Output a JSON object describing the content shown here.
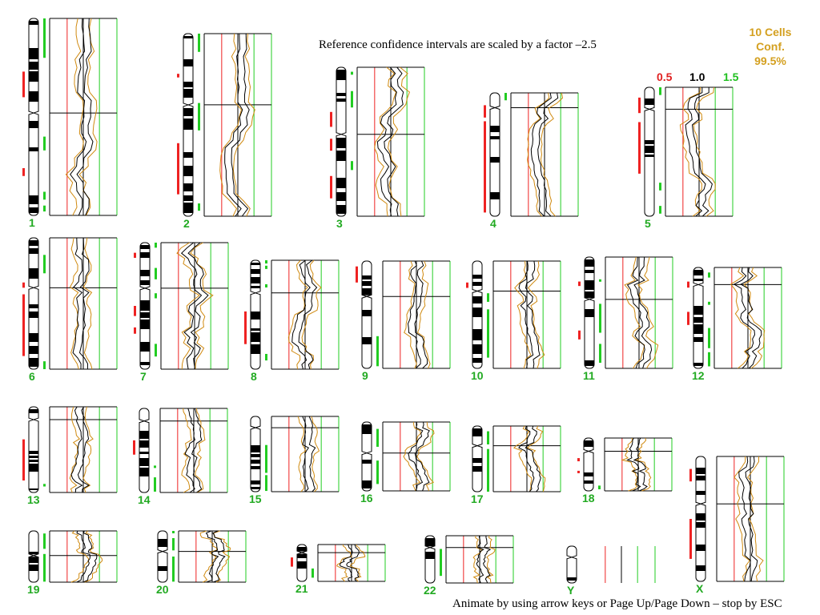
{
  "header": {
    "caption": "Reference confidence intervals are scaled by a factor –2.5"
  },
  "legend": {
    "line1": "10 Cells",
    "line2": "Conf.",
    "line3": "99.5%",
    "title_color": "#d4a020"
  },
  "scale": {
    "low": {
      "label": "0.5",
      "color": "#e02020"
    },
    "mid": {
      "label": "1.0",
      "color": "#000000"
    },
    "high": {
      "label": "1.5",
      "color": "#20c020"
    }
  },
  "footer": {
    "instruction": "Animate by using arrow keys or Page Up/Page Down – stop by ESC"
  },
  "colors": {
    "gain": "#22cc22",
    "loss": "#ee2222",
    "profile": "#000000",
    "confidence": "#d08a10",
    "label": "#22aa22"
  },
  "chromosomes": [
    {
      "name": "1",
      "centromere": 0.48,
      "gains": [
        [
          0.0,
          0.2
        ],
        [
          0.6,
          0.67
        ],
        [
          0.88,
          0.92
        ],
        [
          0.95,
          0.98
        ]
      ],
      "losses": [
        [
          0.27,
          0.4
        ],
        [
          0.76,
          0.8
        ]
      ]
    },
    {
      "name": "2",
      "centromere": 0.39,
      "gains": [
        [
          0.0,
          0.1
        ],
        [
          0.38,
          0.53
        ],
        [
          0.93,
          0.97
        ]
      ],
      "losses": [
        [
          0.22,
          0.24
        ],
        [
          0.6,
          0.88
        ]
      ]
    },
    {
      "name": "3",
      "centromere": 0.45,
      "gains": [
        [
          0.03,
          0.05
        ],
        [
          0.16,
          0.27
        ],
        [
          0.63,
          0.69
        ]
      ],
      "losses": [
        [
          0.3,
          0.4
        ],
        [
          0.48,
          0.56
        ],
        [
          0.73,
          0.88
        ]
      ]
    },
    {
      "name": "4",
      "centromere": 0.12,
      "gains": [
        [
          0.0,
          0.06
        ]
      ],
      "losses": [
        [
          0.1,
          0.2
        ],
        [
          0.23,
          0.97
        ]
      ]
    },
    {
      "name": "5",
      "centromere": 0.17,
      "gains": [
        [
          0.0,
          0.06
        ],
        [
          0.74,
          0.8
        ],
        [
          0.92,
          0.98
        ]
      ],
      "losses": [
        [
          0.08,
          0.2
        ],
        [
          0.27,
          0.67
        ]
      ]
    },
    {
      "name": "6",
      "centromere": 0.38,
      "gains": [
        [
          0.13,
          0.27
        ],
        [
          0.94,
          1.0
        ]
      ],
      "losses": [
        [
          0.34,
          0.38
        ],
        [
          0.43,
          0.9
        ]
      ]
    },
    {
      "name": "7",
      "centromere": 0.36,
      "gains": [
        [
          0.0,
          0.04
        ],
        [
          0.2,
          0.29
        ],
        [
          0.4,
          0.44
        ],
        [
          0.8,
          0.9
        ]
      ],
      "losses": [
        [
          0.08,
          0.12
        ],
        [
          0.5,
          0.58
        ],
        [
          0.67,
          0.72
        ]
      ]
    },
    {
      "name": "8",
      "centromere": 0.3,
      "gains": [
        [
          0.0,
          0.03
        ],
        [
          0.05,
          0.08
        ],
        [
          0.22,
          0.25
        ],
        [
          0.86,
          0.92
        ]
      ],
      "losses": [
        [
          0.47,
          0.77
        ]
      ]
    },
    {
      "name": "9",
      "centromere": 0.33,
      "gains": [
        [
          0.7,
          0.98
        ]
      ],
      "losses": [
        [
          0.05,
          0.2
        ]
      ]
    },
    {
      "name": "10",
      "centromere": 0.28,
      "gains": [
        [
          0.3,
          0.38
        ],
        [
          0.45,
          0.9
        ]
      ],
      "losses": [
        [
          0.2,
          0.25
        ]
      ]
    },
    {
      "name": "11",
      "centromere": 0.38,
      "gains": [
        [
          0.2,
          0.22
        ],
        [
          0.42,
          0.68
        ],
        [
          0.78,
          0.95
        ]
      ],
      "losses": [
        [
          0.22,
          0.26
        ],
        [
          0.66,
          0.74
        ]
      ]
    },
    {
      "name": "12",
      "centromere": 0.17,
      "gains": [
        [
          0.05,
          0.1
        ],
        [
          0.34,
          0.37
        ],
        [
          0.6,
          0.8
        ],
        [
          0.84,
          0.98
        ]
      ],
      "losses": [
        [
          0.14,
          0.2
        ],
        [
          0.44,
          0.57
        ]
      ]
    },
    {
      "name": "13",
      "centromere": 0.15,
      "gains": [
        [
          0.9,
          0.93
        ]
      ],
      "losses": [
        [
          0.38,
          0.86
        ]
      ]
    },
    {
      "name": "14",
      "centromere": 0.15,
      "gains": [
        [
          0.68,
          0.7
        ],
        [
          0.82,
          0.99
        ]
      ],
      "losses": [
        [
          0.38,
          0.55
        ]
      ]
    },
    {
      "name": "15",
      "centromere": 0.15,
      "gains": [
        [
          0.38,
          0.75
        ],
        [
          0.78,
          0.99
        ]
      ],
      "losses": []
    },
    {
      "name": "16",
      "centromere": 0.45,
      "gains": [
        [
          0.1,
          0.36
        ],
        [
          0.56,
          0.9
        ]
      ],
      "losses": []
    },
    {
      "name": "17",
      "centromere": 0.3,
      "gains": [
        [
          0.08,
          0.28
        ],
        [
          0.35,
          1.0
        ]
      ],
      "losses": []
    },
    {
      "name": "18",
      "centromere": 0.25,
      "gains": [
        [
          0.9,
          0.97
        ]
      ],
      "losses": [
        [
          0.38,
          0.44
        ],
        [
          0.62,
          0.66
        ]
      ]
    },
    {
      "name": "19",
      "centromere": 0.48,
      "gains": [
        [
          0.05,
          0.35
        ],
        [
          0.45,
          0.99
        ]
      ],
      "losses": []
    },
    {
      "name": "20",
      "centromere": 0.4,
      "gains": [
        [
          0.0,
          0.04
        ],
        [
          0.14,
          0.38
        ],
        [
          0.5,
          0.99
        ]
      ],
      "losses": []
    },
    {
      "name": "21",
      "centromere": 0.22,
      "gains": [
        [
          0.65,
          0.9
        ]
      ],
      "losses": [
        [
          0.35,
          0.6
        ]
      ]
    },
    {
      "name": "22",
      "centromere": 0.25,
      "gains": [
        [
          0.28,
          0.85
        ]
      ],
      "losses": []
    },
    {
      "name": "Y",
      "centromere": 0.3,
      "gains": [],
      "losses": []
    },
    {
      "name": "X",
      "centromere": 0.38,
      "gains": [],
      "losses": [
        [
          0.1,
          0.2
        ],
        [
          0.5,
          0.82
        ]
      ]
    }
  ]
}
